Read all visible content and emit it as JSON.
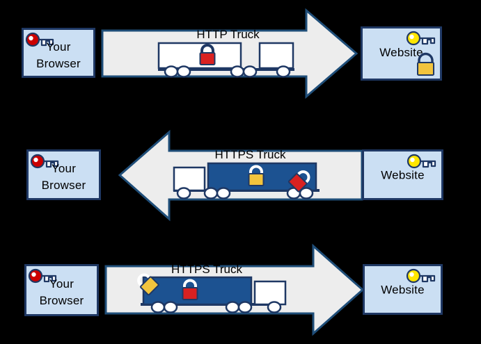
{
  "diagram": {
    "title": "HTTP vs HTTPS truck analogy",
    "background_color": "#000000",
    "colors": {
      "box_fill": "#CBDFF3",
      "box_border": "#1F3864",
      "arrow_fill": "#EDEDED",
      "arrow_border": "#1F4E79",
      "truck_blue": "#1C5291",
      "truck_white": "#FFFFFF",
      "lock_red": "#D92121",
      "lock_yellow": "#F2C43D",
      "key_red": "#CC0000",
      "key_yellow": "#FFE600"
    },
    "rows": [
      {
        "id": "row-http",
        "left_box": {
          "label_line1": "Your",
          "label_line2": "Browser",
          "key_icon": "red-key-icon",
          "key_color": "#CC0000",
          "padlock_icon": null
        },
        "right_box": {
          "label": "Website",
          "key_icon": "yellow-key-icon",
          "key_color": "#FFE600",
          "padlock_icon": "yellow-padlock-icon",
          "padlock_color": "#F2C43D"
        },
        "arrow": {
          "direction": "right",
          "fill": "#EDEDED",
          "border": "#1F4E79"
        },
        "truck": {
          "caption": "HTTP Truck",
          "trailer_fill": "#FFFFFF",
          "direction": "right",
          "locks": [
            {
              "name": "red-padlock-icon",
              "color": "#D92121",
              "state": "closed",
              "rotation": 0,
              "position": "trailer-center"
            }
          ],
          "cab_position": "right",
          "cab_fill": "#FFFFFF"
        }
      },
      {
        "id": "row-https-left",
        "left_box": {
          "label_line1": "Your",
          "label_line2": "Browser",
          "key_icon": "red-key-icon",
          "key_color": "#CC0000",
          "padlock_icon": null
        },
        "right_box": {
          "label": "Website",
          "key_icon": "yellow-key-icon",
          "key_color": "#FFE600",
          "padlock_icon": null,
          "padlock_color": null
        },
        "arrow": {
          "direction": "left",
          "fill": "#EDEDED",
          "border": "#1F4E79"
        },
        "truck": {
          "caption": "HTTPS Truck",
          "trailer_fill": "#1C5291",
          "direction": "left",
          "locks": [
            {
              "name": "yellow-padlock-icon",
              "color": "#F2C43D",
              "state": "closed",
              "rotation": 0,
              "position": "trailer-center"
            },
            {
              "name": "red-padlock-icon",
              "color": "#D92121",
              "state": "closed",
              "rotation": 45,
              "position": "trailer-rear-right"
            }
          ],
          "cab_position": "left",
          "cab_fill": "#FFFFFF"
        }
      },
      {
        "id": "row-https-right",
        "left_box": {
          "label_line1": "Your",
          "label_line2": "Browser",
          "key_icon": "red-key-icon",
          "key_color": "#CC0000",
          "padlock_icon": null
        },
        "right_box": {
          "label": "Website",
          "key_icon": "yellow-key-icon",
          "key_color": "#FFE600",
          "padlock_icon": null,
          "padlock_color": null
        },
        "arrow": {
          "direction": "right",
          "fill": "#EDEDED",
          "border": "#1F4E79"
        },
        "truck": {
          "caption": "HTTPS Truck",
          "trailer_fill": "#1C5291",
          "direction": "right",
          "locks": [
            {
              "name": "yellow-padlock-icon",
              "color": "#F2C43D",
              "state": "closed",
              "rotation": 45,
              "position": "trailer-front-left"
            },
            {
              "name": "red-padlock-icon",
              "color": "#D92121",
              "state": "closed",
              "rotation": 0,
              "position": "trailer-center"
            }
          ],
          "cab_position": "right",
          "cab_fill": "#FFFFFF"
        }
      }
    ]
  }
}
